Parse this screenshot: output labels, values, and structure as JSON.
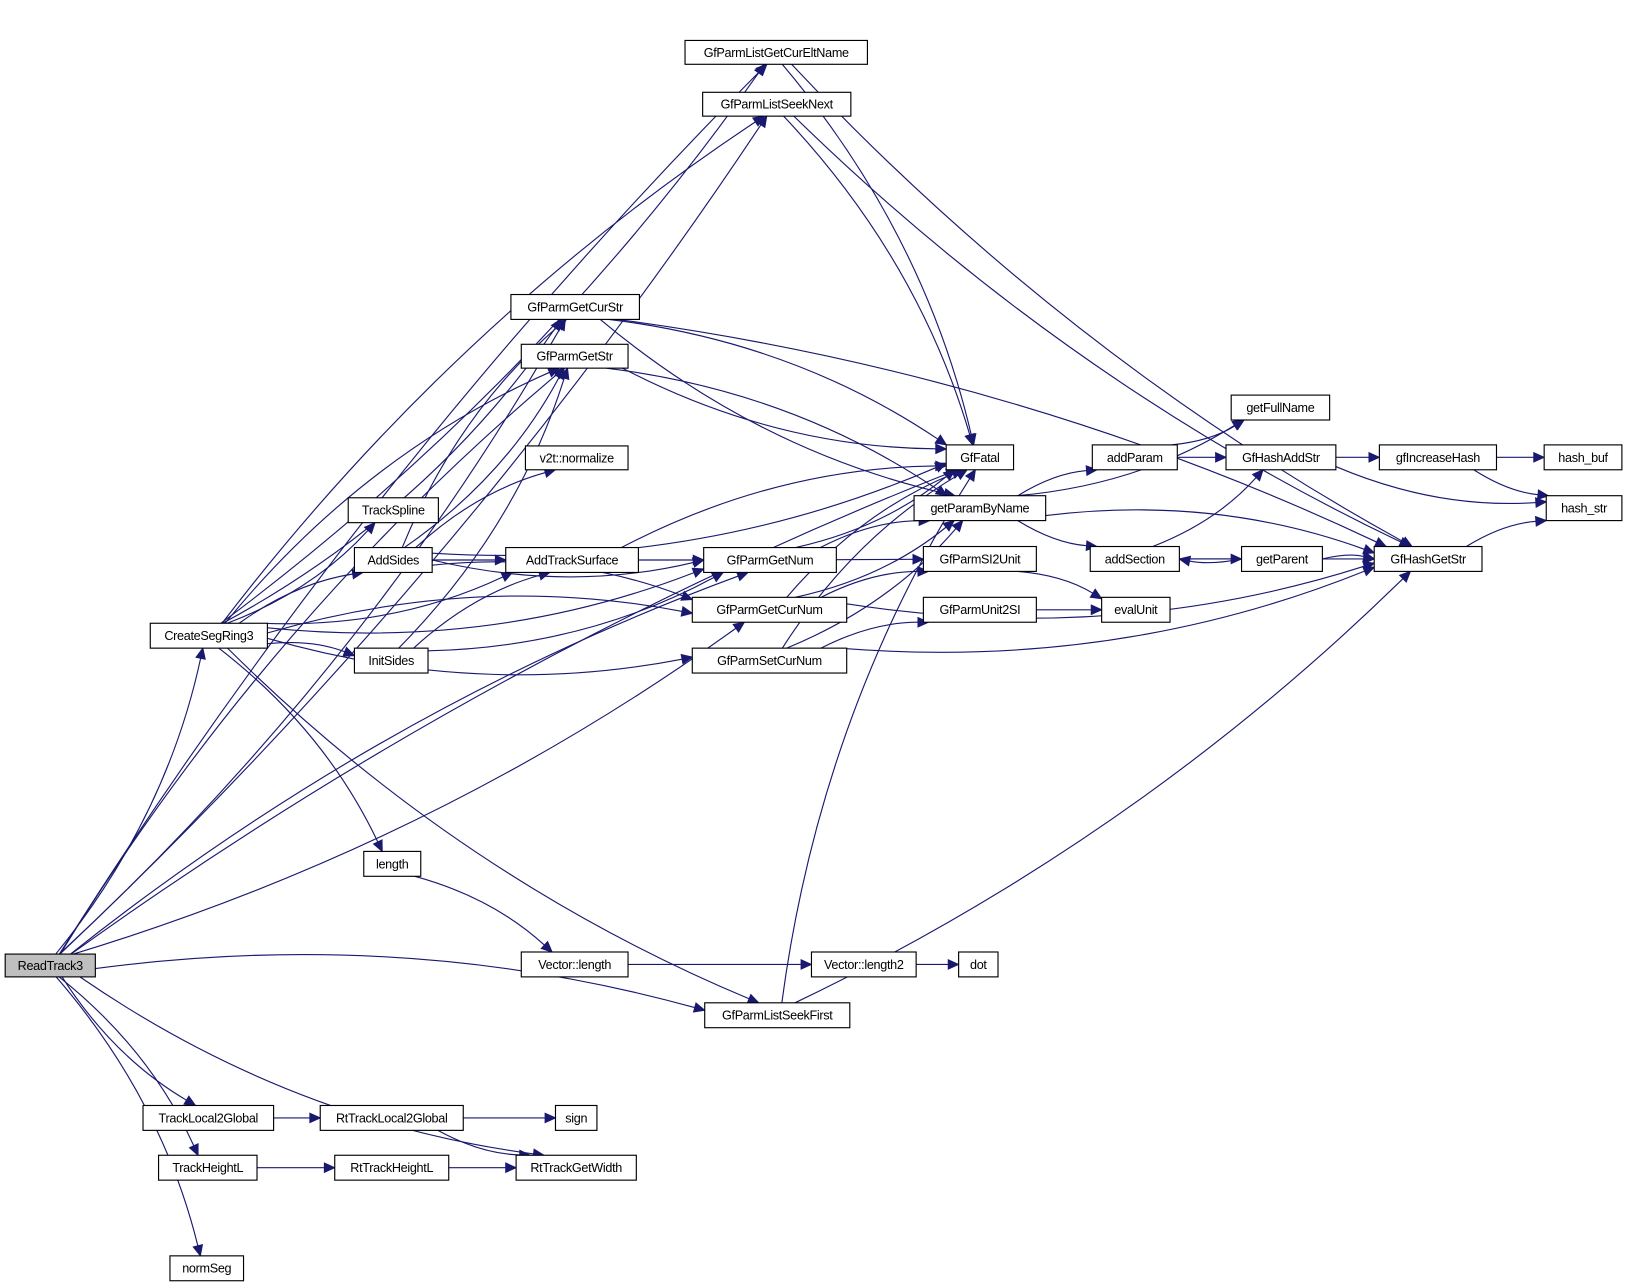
{
  "title": "ReadTrack3 call graph",
  "colors": {
    "edge": "#191970",
    "root_fill": "#bfbfbf",
    "node_fill": "#ffffff",
    "node_border": "#000000"
  },
  "root": "ReadTrack3",
  "nodes": [
    {
      "id": "ReadTrack3",
      "label": "ReadTrack3"
    },
    {
      "id": "CreateSegRing3",
      "label": "CreateSegRing3"
    },
    {
      "id": "GfParmListGetCurEltName",
      "label": "GfParmListGetCurEltName"
    },
    {
      "id": "GfParmListSeekNext",
      "label": "GfParmListSeekNext"
    },
    {
      "id": "GfParmGetCurStr",
      "label": "GfParmGetCurStr"
    },
    {
      "id": "GfParmGetStr",
      "label": "GfParmGetStr"
    },
    {
      "id": "v2t_normalize",
      "label": "v2t::normalize"
    },
    {
      "id": "TrackSpline",
      "label": "TrackSpline"
    },
    {
      "id": "AddSides",
      "label": "AddSides"
    },
    {
      "id": "AddTrackSurface",
      "label": "AddTrackSurface"
    },
    {
      "id": "InitSides",
      "label": "InitSides"
    },
    {
      "id": "GfParmGetNum",
      "label": "GfParmGetNum"
    },
    {
      "id": "GfParmGetCurNum",
      "label": "GfParmGetCurNum"
    },
    {
      "id": "GfParmSetCurNum",
      "label": "GfParmSetCurNum"
    },
    {
      "id": "length",
      "label": "length"
    },
    {
      "id": "Vector_length",
      "label": "Vector::length"
    },
    {
      "id": "Vector_length2",
      "label": "Vector::length2"
    },
    {
      "id": "dot",
      "label": "dot"
    },
    {
      "id": "GfParmListSeekFirst",
      "label": "GfParmListSeekFirst"
    },
    {
      "id": "GfFatal",
      "label": "GfFatal"
    },
    {
      "id": "getParamByName",
      "label": "getParamByName"
    },
    {
      "id": "GfParmSI2Unit",
      "label": "GfParmSI2Unit"
    },
    {
      "id": "GfParmUnit2SI",
      "label": "GfParmUnit2SI"
    },
    {
      "id": "addParam",
      "label": "addParam"
    },
    {
      "id": "addSection",
      "label": "addSection"
    },
    {
      "id": "getFullName",
      "label": "getFullName"
    },
    {
      "id": "GfHashAddStr",
      "label": "GfHashAddStr"
    },
    {
      "id": "getParent",
      "label": "getParent"
    },
    {
      "id": "evalUnit",
      "label": "evalUnit"
    },
    {
      "id": "gfIncreaseHash",
      "label": "gfIncreaseHash"
    },
    {
      "id": "GfHashGetStr",
      "label": "GfHashGetStr"
    },
    {
      "id": "hash_buf",
      "label": "hash_buf"
    },
    {
      "id": "hash_str",
      "label": "hash_str"
    },
    {
      "id": "TrackLocal2Global",
      "label": "TrackLocal2Global"
    },
    {
      "id": "RtTrackLocal2Global",
      "label": "RtTrackLocal2Global"
    },
    {
      "id": "sign",
      "label": "sign"
    },
    {
      "id": "TrackHeightL",
      "label": "TrackHeightL"
    },
    {
      "id": "RtTrackHeightL",
      "label": "RtTrackHeightL"
    },
    {
      "id": "RtTrackGetWidth",
      "label": "RtTrackGetWidth"
    },
    {
      "id": "normSeg",
      "label": "normSeg"
    }
  ],
  "edges": [
    [
      "ReadTrack3",
      "GfParmListGetCurEltName"
    ],
    [
      "ReadTrack3",
      "GfParmListSeekNext"
    ],
    [
      "ReadTrack3",
      "GfFatal"
    ],
    [
      "ReadTrack3",
      "GfParmGetCurStr"
    ],
    [
      "ReadTrack3",
      "GfParmGetStr"
    ],
    [
      "ReadTrack3",
      "CreateSegRing3"
    ],
    [
      "ReadTrack3",
      "GfParmGetNum"
    ],
    [
      "ReadTrack3",
      "GfParmGetCurNum"
    ],
    [
      "ReadTrack3",
      "GfParmListSeekFirst"
    ],
    [
      "ReadTrack3",
      "TrackLocal2Global"
    ],
    [
      "ReadTrack3",
      "TrackHeightL"
    ],
    [
      "ReadTrack3",
      "RtTrackGetWidth"
    ],
    [
      "ReadTrack3",
      "normSeg"
    ],
    [
      "CreateSegRing3",
      "GfParmListGetCurEltName"
    ],
    [
      "CreateSegRing3",
      "GfParmListSeekNext"
    ],
    [
      "CreateSegRing3",
      "GfParmGetCurStr"
    ],
    [
      "CreateSegRing3",
      "GfParmGetStr"
    ],
    [
      "CreateSegRing3",
      "TrackSpline"
    ],
    [
      "CreateSegRing3",
      "AddSides"
    ],
    [
      "CreateSegRing3",
      "AddTrackSurface"
    ],
    [
      "CreateSegRing3",
      "InitSides"
    ],
    [
      "CreateSegRing3",
      "GfParmGetNum"
    ],
    [
      "CreateSegRing3",
      "GfParmGetCurNum"
    ],
    [
      "CreateSegRing3",
      "GfParmSetCurNum"
    ],
    [
      "CreateSegRing3",
      "length"
    ],
    [
      "CreateSegRing3",
      "GfParmListSeekFirst"
    ],
    [
      "AddSides",
      "GfParmGetCurStr"
    ],
    [
      "AddSides",
      "GfParmGetStr"
    ],
    [
      "AddSides",
      "v2t_normalize"
    ],
    [
      "AddSides",
      "GfFatal"
    ],
    [
      "AddSides",
      "AddTrackSurface"
    ],
    [
      "AddSides",
      "GfParmGetNum"
    ],
    [
      "AddSides",
      "GfParmGetCurNum"
    ],
    [
      "InitSides",
      "GfParmGetStr"
    ],
    [
      "InitSides",
      "AddTrackSurface"
    ],
    [
      "InitSides",
      "GfParmGetNum"
    ],
    [
      "AddTrackSurface",
      "GfFatal"
    ],
    [
      "AddTrackSurface",
      "GfParmGetNum"
    ],
    [
      "GfParmListGetCurEltName",
      "GfFatal"
    ],
    [
      "GfParmListGetCurEltName",
      "GfHashGetStr"
    ],
    [
      "GfParmListSeekNext",
      "GfFatal"
    ],
    [
      "GfParmListSeekNext",
      "GfHashGetStr"
    ],
    [
      "GfParmGetCurStr",
      "GfFatal"
    ],
    [
      "GfParmGetCurStr",
      "getParamByName"
    ],
    [
      "GfParmGetCurStr",
      "GfHashGetStr"
    ],
    [
      "GfParmGetStr",
      "GfFatal"
    ],
    [
      "GfParmGetStr",
      "getParamByName"
    ],
    [
      "GfParmGetNum",
      "GfFatal"
    ],
    [
      "GfParmGetNum",
      "getParamByName"
    ],
    [
      "GfParmGetNum",
      "GfParmSI2Unit"
    ],
    [
      "GfParmGetCurNum",
      "GfFatal"
    ],
    [
      "GfParmGetCurNum",
      "getParamByName"
    ],
    [
      "GfParmGetCurNum",
      "GfParmSI2Unit"
    ],
    [
      "GfParmGetCurNum",
      "GfHashGetStr"
    ],
    [
      "GfParmSetCurNum",
      "GfFatal"
    ],
    [
      "GfParmSetCurNum",
      "getParamByName"
    ],
    [
      "GfParmSetCurNum",
      "GfParmUnit2SI"
    ],
    [
      "GfParmSetCurNum",
      "GfHashGetStr"
    ],
    [
      "GfParmListSeekFirst",
      "GfFatal"
    ],
    [
      "GfParmListSeekFirst",
      "GfHashGetStr"
    ],
    [
      "length",
      "Vector_length"
    ],
    [
      "Vector_length",
      "Vector_length2"
    ],
    [
      "Vector_length2",
      "dot"
    ],
    [
      "getParamByName",
      "getFullName"
    ],
    [
      "getParamByName",
      "addParam"
    ],
    [
      "getParamByName",
      "addSection"
    ],
    [
      "getParamByName",
      "GfHashGetStr"
    ],
    [
      "addParam",
      "getFullName"
    ],
    [
      "addParam",
      "GfHashAddStr"
    ],
    [
      "addSection",
      "GfHashAddStr"
    ],
    [
      "addSection",
      "getParent"
    ],
    [
      "addSection",
      "GfHashGetStr"
    ],
    [
      "getParent",
      "addSection"
    ],
    [
      "getParent",
      "GfHashGetStr"
    ],
    [
      "GfParmSI2Unit",
      "evalUnit"
    ],
    [
      "GfParmUnit2SI",
      "evalUnit"
    ],
    [
      "GfHashAddStr",
      "gfIncreaseHash"
    ],
    [
      "GfHashAddStr",
      "hash_str"
    ],
    [
      "gfIncreaseHash",
      "hash_buf"
    ],
    [
      "gfIncreaseHash",
      "hash_str"
    ],
    [
      "GfHashGetStr",
      "hash_str"
    ],
    [
      "TrackLocal2Global",
      "RtTrackLocal2Global"
    ],
    [
      "RtTrackLocal2Global",
      "sign"
    ],
    [
      "RtTrackLocal2Global",
      "RtTrackGetWidth"
    ],
    [
      "TrackHeightL",
      "RtTrackHeightL"
    ],
    [
      "RtTrackHeightL",
      "RtTrackGetWidth"
    ]
  ]
}
